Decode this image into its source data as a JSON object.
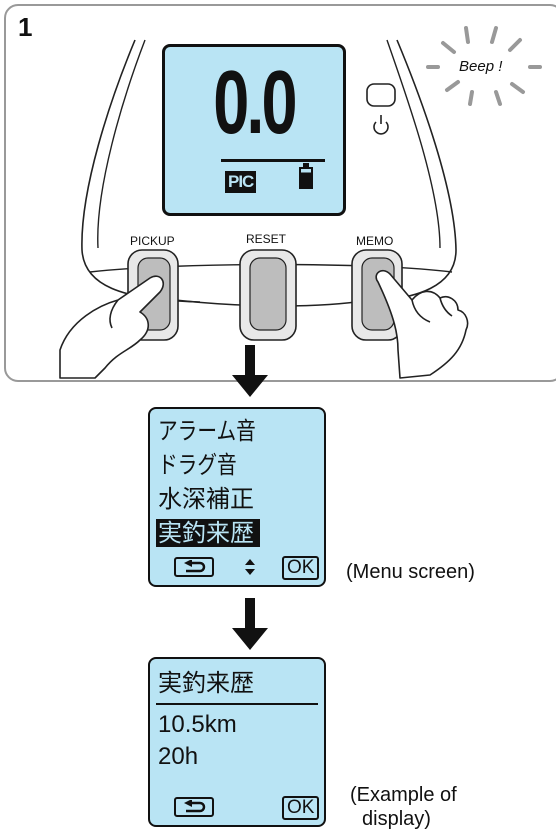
{
  "step_number": "1",
  "device": {
    "depth_value": "0.0",
    "mode_badge": "PIC",
    "buttons": {
      "left": "PICKUP",
      "center": "RESET",
      "right": "MEMO"
    },
    "beep_label": "Beep !"
  },
  "menu_screen": {
    "items": [
      "アラーム音",
      "ドラグ音",
      "水深補正",
      "実釣来歴"
    ],
    "selected_index": 3,
    "ok_label": "OK",
    "caption": "(Menu screen)"
  },
  "history_screen": {
    "title": "実釣来歴",
    "distance": "10.5km",
    "time": "20h",
    "ok_label": "OK",
    "caption_line1": "(Example of",
    "caption_line2": "display)"
  }
}
